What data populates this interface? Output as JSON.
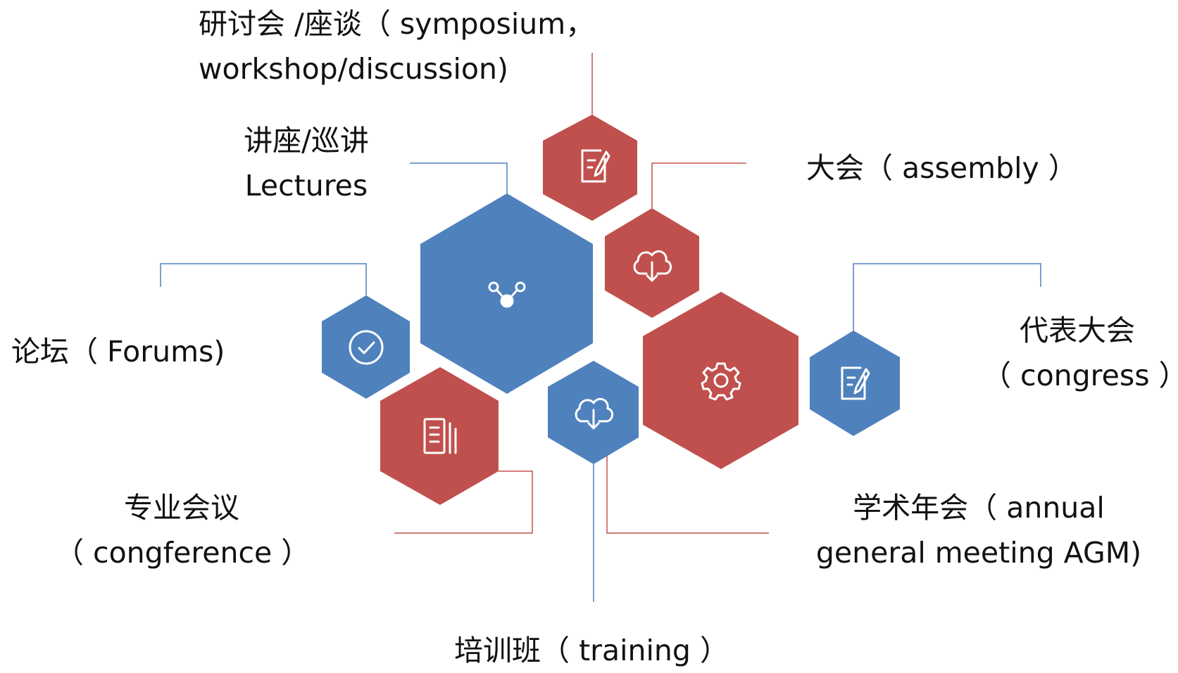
{
  "colors": {
    "red": "#C0504D",
    "blue": "#4F81BD",
    "icon": "#ffffff"
  },
  "labels": {
    "symposium": [
      "研讨会 /座谈（ symposium，",
      "workshop/discussion)"
    ],
    "lectures": [
      "讲座/巡讲",
      "Lectures"
    ],
    "assembly": [
      "大会（ assembly ）"
    ],
    "forums": [
      "论坛（ Forums)"
    ],
    "congress": [
      "代表大会",
      "（ congress ）"
    ],
    "conference": [
      "专业会议",
      "（ congference ）"
    ],
    "agm": [
      "学术年会（ annual",
      "general meeting AGM)"
    ],
    "training": [
      "培训班（ training ）"
    ]
  },
  "hexagons": [
    {
      "id": "hex-top-red",
      "color": "red",
      "icon": "edit-document-icon"
    },
    {
      "id": "hex-lectures-blue",
      "color": "blue",
      "icon": "share-nodes-icon"
    },
    {
      "id": "hex-assembly-red",
      "color": "red",
      "icon": "cloud-download-icon"
    },
    {
      "id": "hex-forums-blue",
      "color": "blue",
      "icon": "check-circle-icon"
    },
    {
      "id": "hex-conference-red",
      "color": "red",
      "icon": "document-list-icon"
    },
    {
      "id": "hex-training-blue",
      "color": "blue",
      "icon": "cloud-download-icon"
    },
    {
      "id": "hex-agm-red",
      "color": "red",
      "icon": "gear-icon"
    },
    {
      "id": "hex-congress-blue",
      "color": "blue",
      "icon": "edit-document-icon"
    }
  ]
}
